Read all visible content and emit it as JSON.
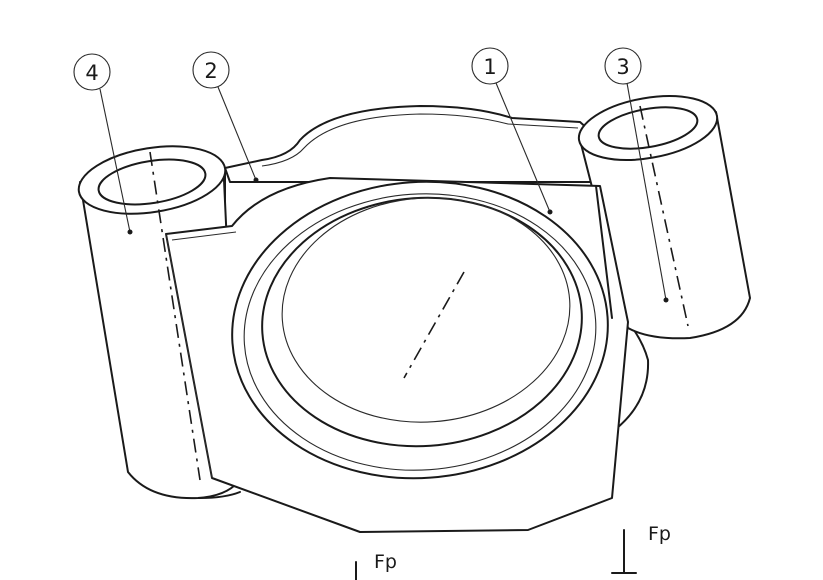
{
  "callouts": [
    {
      "id": "4",
      "label": "4"
    },
    {
      "id": "2",
      "label": "2"
    },
    {
      "id": "1",
      "label": "1"
    },
    {
      "id": "3",
      "label": "3"
    }
  ],
  "forces": [
    {
      "id": "fp_left",
      "label": "Fp"
    },
    {
      "id": "fp_right",
      "label": "Fp"
    }
  ],
  "colors": {
    "line": "#1a1a1a",
    "background": "#ffffff"
  }
}
